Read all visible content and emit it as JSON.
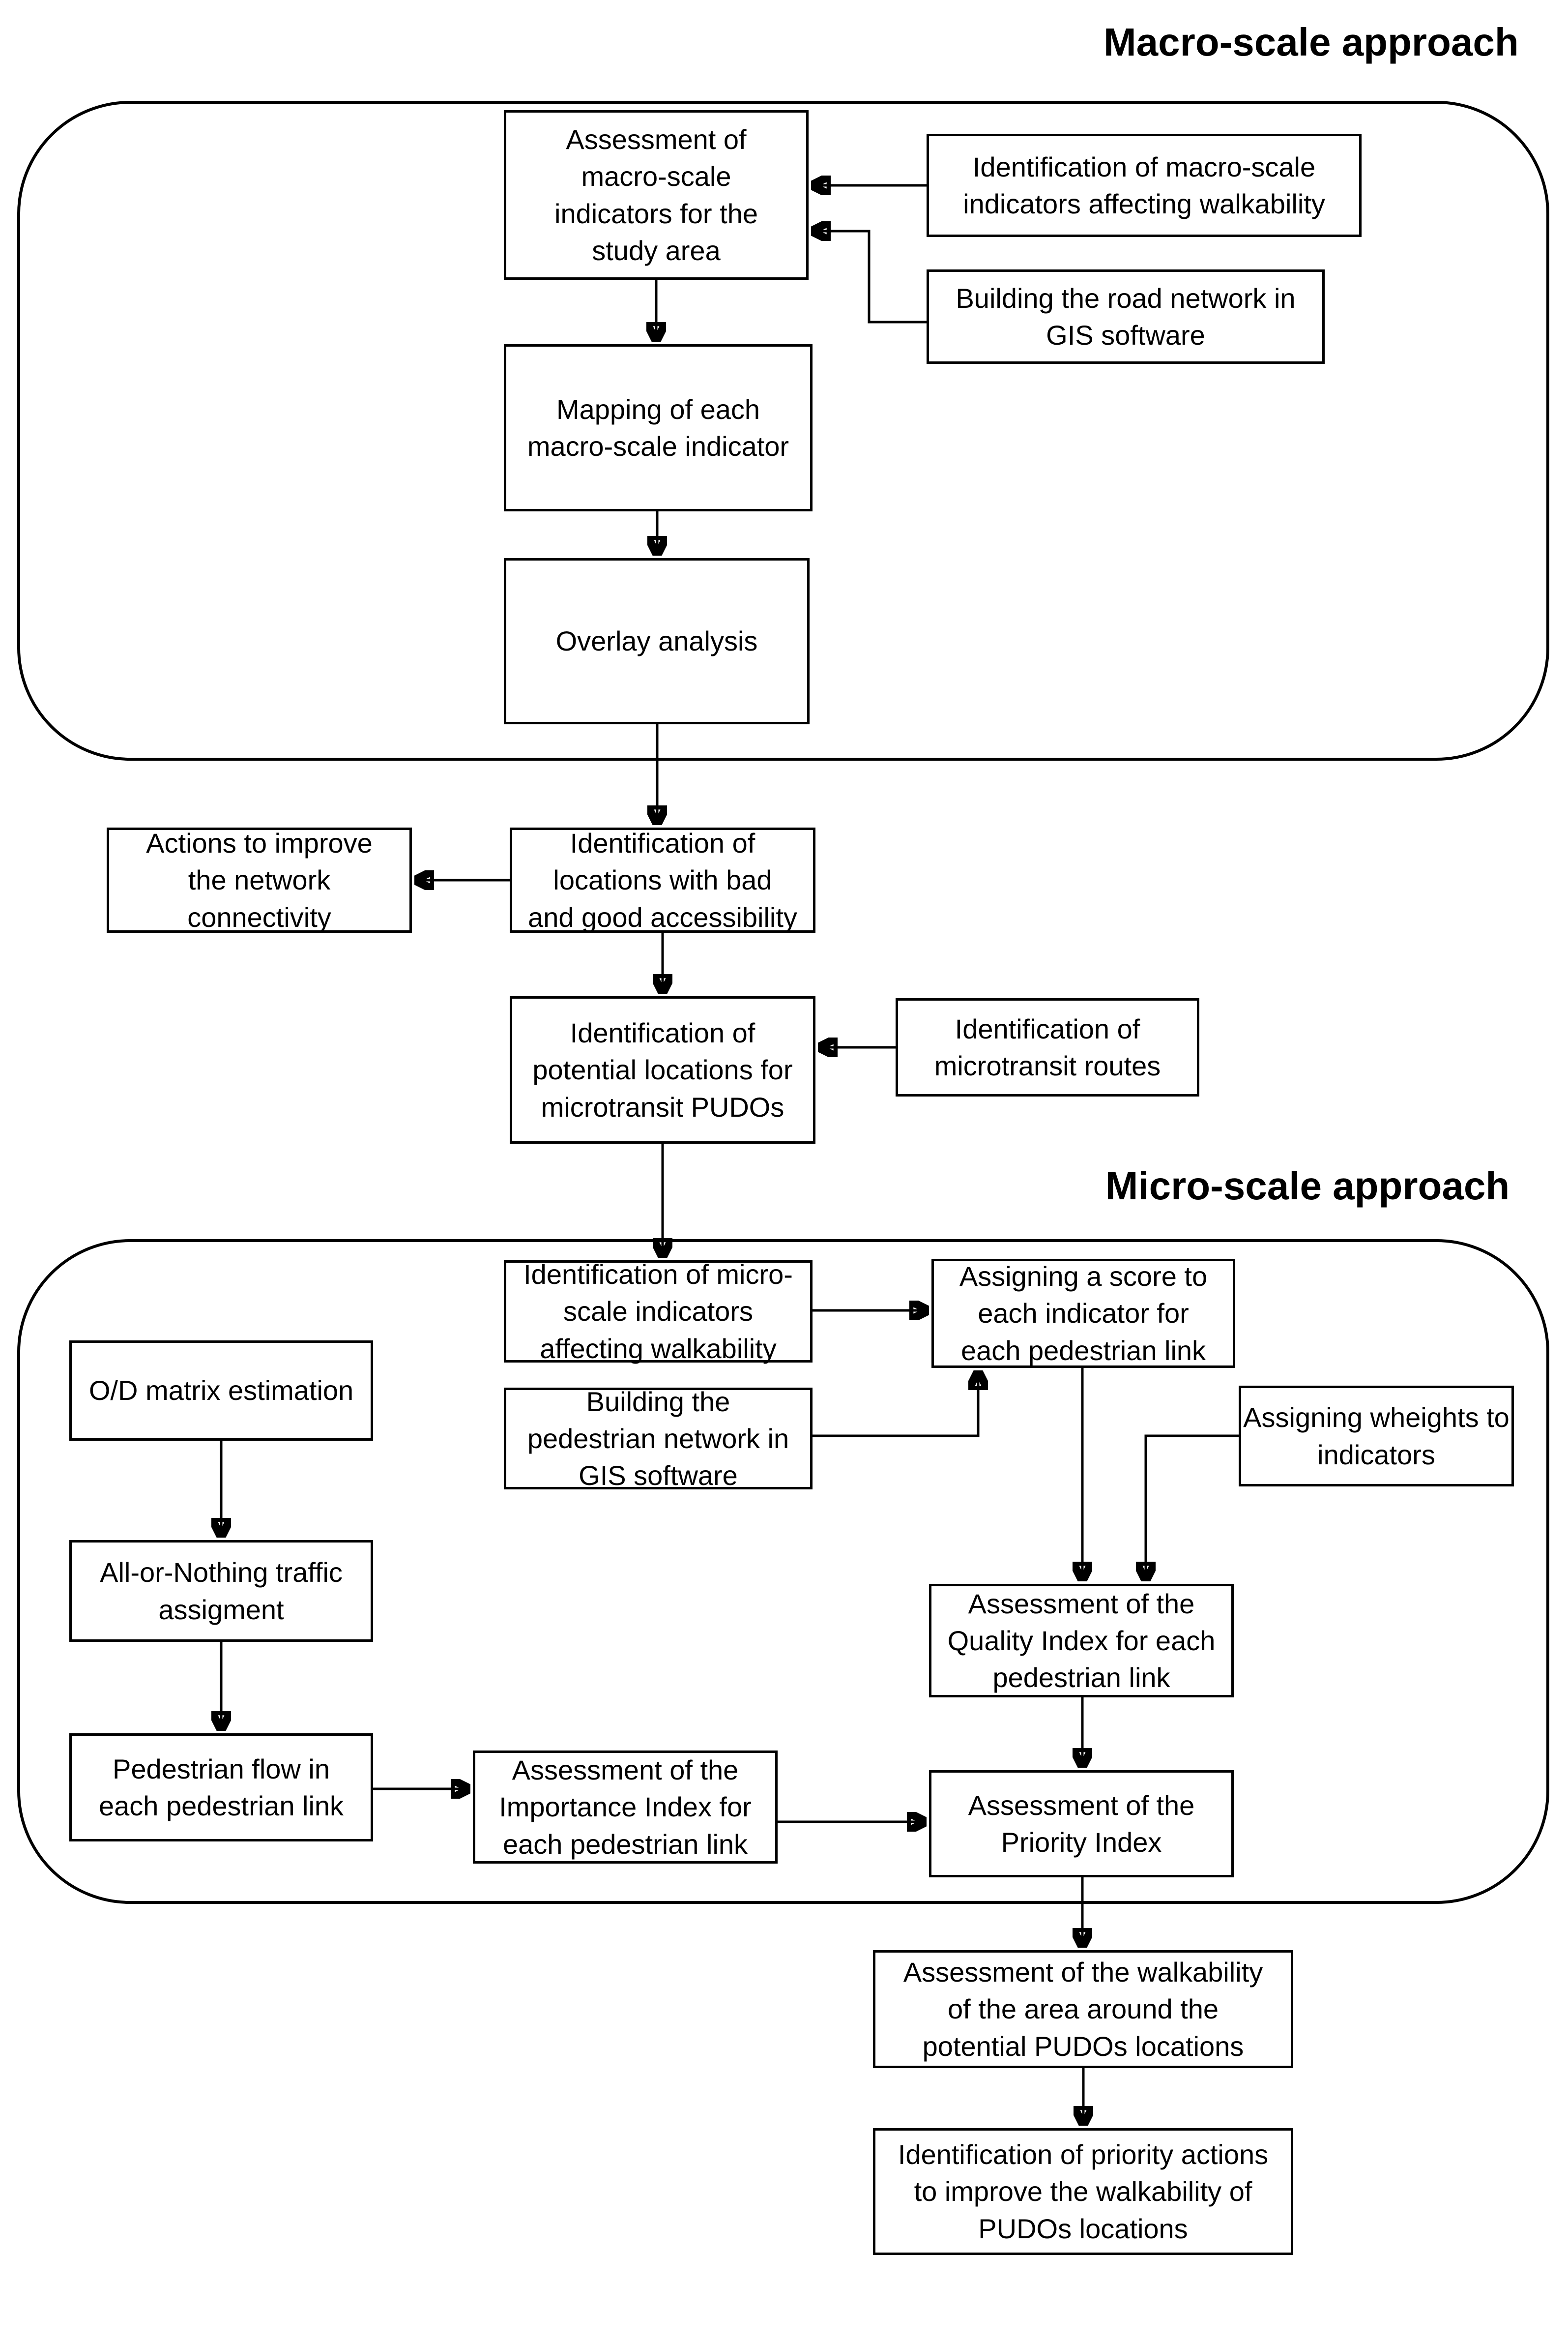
{
  "figure": {
    "sections": {
      "macro": {
        "label": "Macro-scale approach"
      },
      "micro": {
        "label": "Micro-scale approach"
      }
    },
    "nodes": {
      "assess_macro": {
        "label": "Assessment of\nmacro-scale\nindicators for the\nstudy area"
      },
      "ident_macro_ind": {
        "label": "Identification of macro-scale\nindicators affecting walkability"
      },
      "build_road": {
        "label": "Building the road network in\nGIS software"
      },
      "mapping": {
        "label": "Mapping of each\nmacro-scale indicator"
      },
      "overlay": {
        "label": "Overlay analysis"
      },
      "actions_connectivity": {
        "label": "Actions to improve\nthe network\nconnectivity"
      },
      "ident_locations": {
        "label": "Identification of\nlocations with bad\nand good accessibility"
      },
      "ident_potential": {
        "label": "Identification of\npotential locations for\nmicrotransit PUDOs"
      },
      "ident_routes": {
        "label": "Identification of\nmicrotransit routes"
      },
      "ident_micro_ind": {
        "label": "Identification of micro-\nscale indicators\naffecting walkability"
      },
      "build_ped": {
        "label": "Building the\npedestrian network in\nGIS software"
      },
      "assign_score": {
        "label": "Assigning a score to\neach indicator for\neach pedestrian link"
      },
      "assign_weights": {
        "label": "Assigning wheights to\nindicators"
      },
      "od_matrix": {
        "label": "O/D matrix estimation"
      },
      "aon_traffic": {
        "label": "All-or-Nothing traffic\nassigment"
      },
      "ped_flow": {
        "label": "Pedestrian flow in\neach pedestrian link"
      },
      "importance": {
        "label": "Assessment of the\nImportance Index for\neach pedestrian link"
      },
      "quality": {
        "label": "Assessment of the\nQuality Index for each\npedestrian link"
      },
      "priority": {
        "label": "Assessment of the\nPriority Index"
      },
      "walkability_pudos": {
        "label": "Assessment of the walkability\nof the area around the\npotential PUDOs locations"
      },
      "priority_actions": {
        "label": "Identification of priority actions\nto improve the walkability of\nPUDOs locations"
      }
    }
  }
}
